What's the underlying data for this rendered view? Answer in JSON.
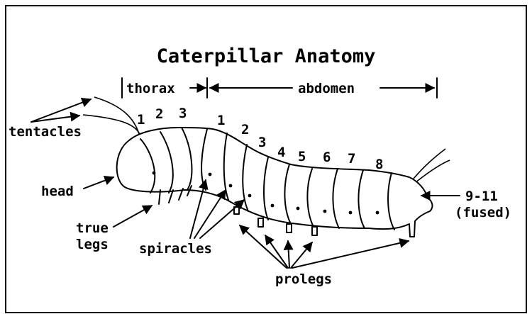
{
  "title": "Caterpillar Anatomy",
  "regions": {
    "thorax": "thorax",
    "abdomen": "abdomen"
  },
  "labels": {
    "tentacles": "tentacles",
    "head": "head",
    "true_legs_line1": "true",
    "true_legs_line2": "legs",
    "spiracles": "spiracles",
    "prolegs": "prolegs",
    "fused_line1": "9-11",
    "fused_line2": "(fused)"
  },
  "thorax_segments": [
    "1",
    "2",
    "3"
  ],
  "abdomen_segments": [
    "1",
    "2",
    "3",
    "4",
    "5",
    "6",
    "7",
    "8"
  ]
}
